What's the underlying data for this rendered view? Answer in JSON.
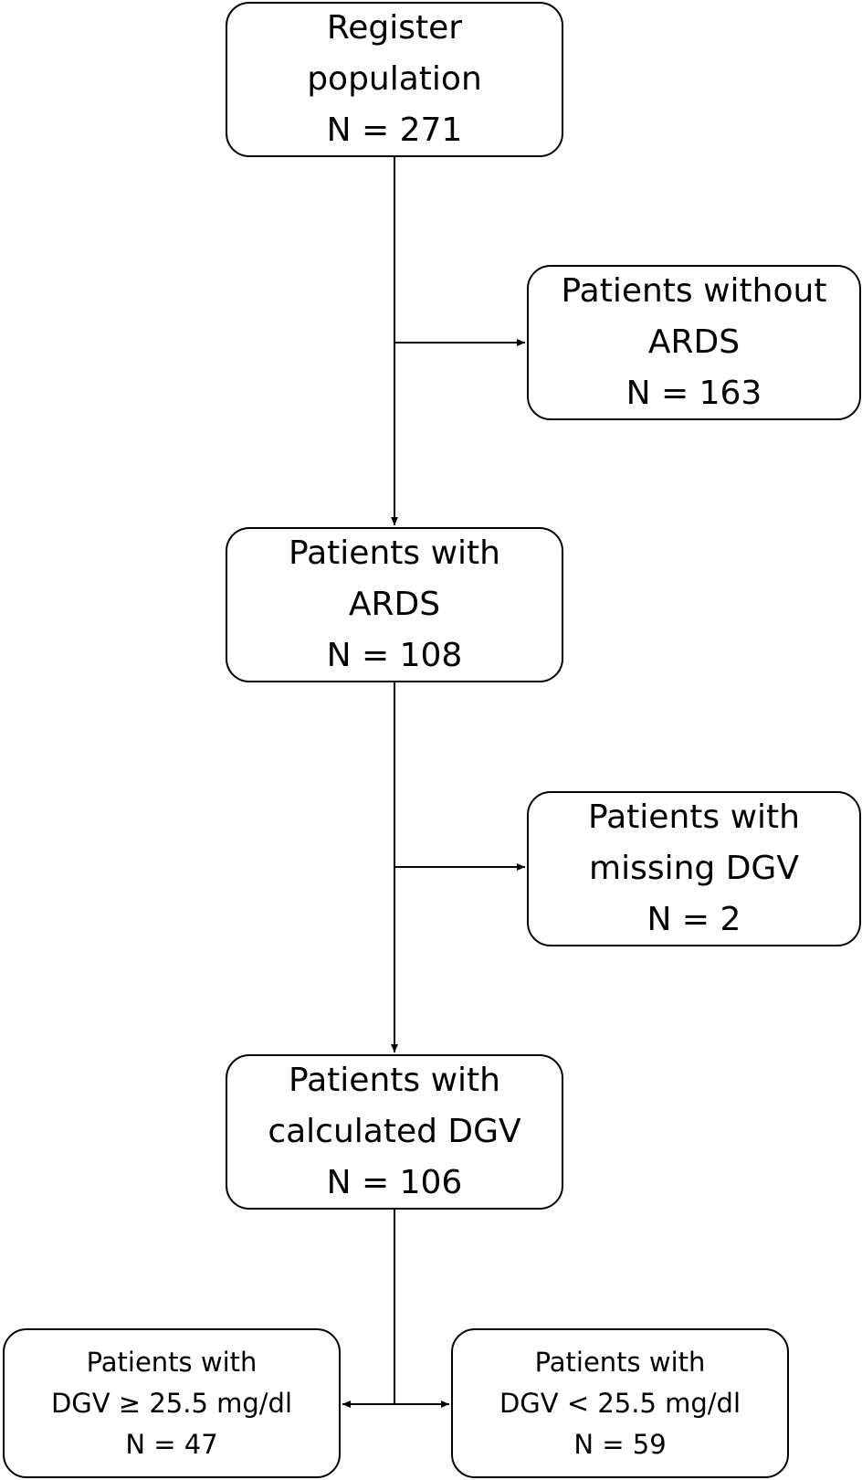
{
  "flowchart": {
    "nodes": [
      {
        "id": "register",
        "lines": [
          "Register",
          "population",
          "N = 271"
        ]
      },
      {
        "id": "without_ards",
        "lines": [
          "Patients without",
          "ARDS",
          "N = 163"
        ]
      },
      {
        "id": "with_ards",
        "lines": [
          "Patients with",
          "ARDS",
          "N = 108"
        ]
      },
      {
        "id": "missing_dgv",
        "lines": [
          "Patients with",
          "missing DGV",
          "N = 2"
        ]
      },
      {
        "id": "calculated_dgv",
        "lines": [
          "Patients with",
          "calculated DGV",
          "N = 106"
        ]
      },
      {
        "id": "dgv_high",
        "lines": [
          "Patients with",
          "DGV ≥ 25.5 mg/dl",
          "N = 47"
        ]
      },
      {
        "id": "dgv_low",
        "lines": [
          "Patients with",
          "DGV < 25.5 mg/dl",
          "N = 59"
        ]
      }
    ],
    "edges": [
      {
        "from": "register",
        "to": "with_ards"
      },
      {
        "from": "register",
        "to": "without_ards"
      },
      {
        "from": "with_ards",
        "to": "calculated_dgv"
      },
      {
        "from": "with_ards",
        "to": "missing_dgv"
      },
      {
        "from": "calculated_dgv",
        "to": "dgv_high"
      },
      {
        "from": "calculated_dgv",
        "to": "dgv_low"
      }
    ]
  }
}
